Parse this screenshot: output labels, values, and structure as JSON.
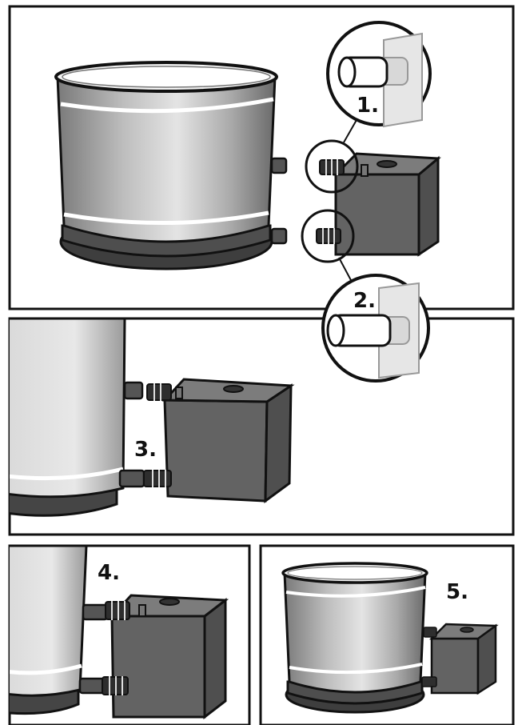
{
  "steps": [
    {
      "label": "1."
    },
    {
      "label": "2."
    },
    {
      "label": "3."
    },
    {
      "label": "4."
    },
    {
      "label": "5."
    }
  ],
  "colors": {
    "outline": "#111111",
    "tank_light": "#e2e2e2",
    "tank_mid": "#a8a8a8",
    "tank_dark": "#6e6e6e",
    "box_face": "#6a6a6a",
    "box_side": "#555555",
    "box_top": "#7a7a7a",
    "base": "#4a4a4a",
    "stripe": "#ffffff"
  }
}
